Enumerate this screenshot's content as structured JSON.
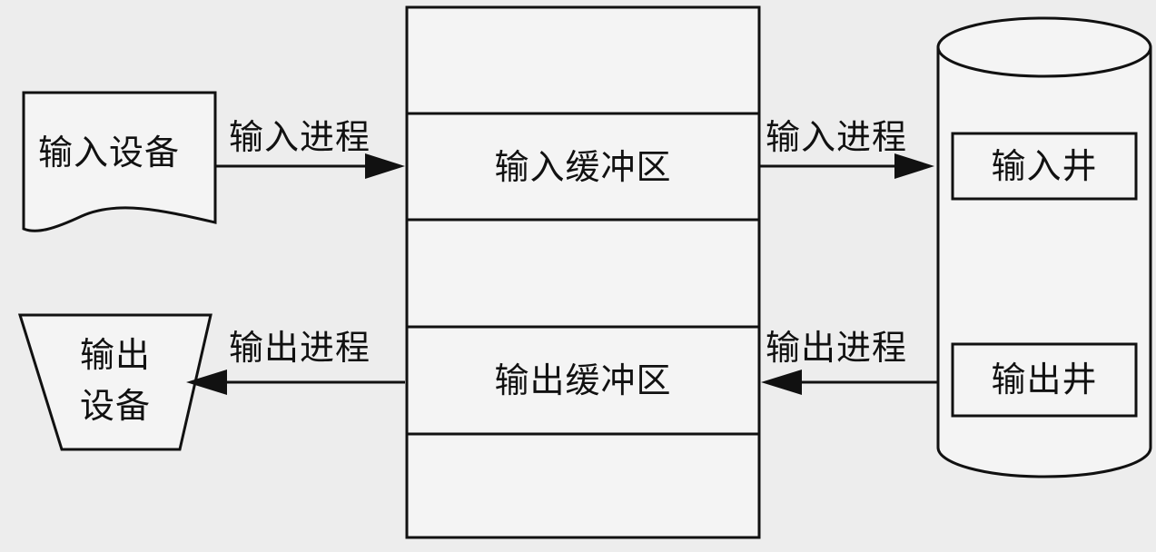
{
  "input_device": {
    "label": "输入设备"
  },
  "output_device": {
    "line1": "输出",
    "line2": "设备"
  },
  "buffer": {
    "input_buffer": "输入缓冲区",
    "output_buffer": "输出缓冲区"
  },
  "arrows": {
    "input_process_left": "输入进程",
    "output_process_left": "输出进程",
    "input_process_right": "输入进程",
    "output_process_right": "输出进程"
  },
  "spool_disk": {
    "input_well": "输入井",
    "output_well": "输出井"
  }
}
